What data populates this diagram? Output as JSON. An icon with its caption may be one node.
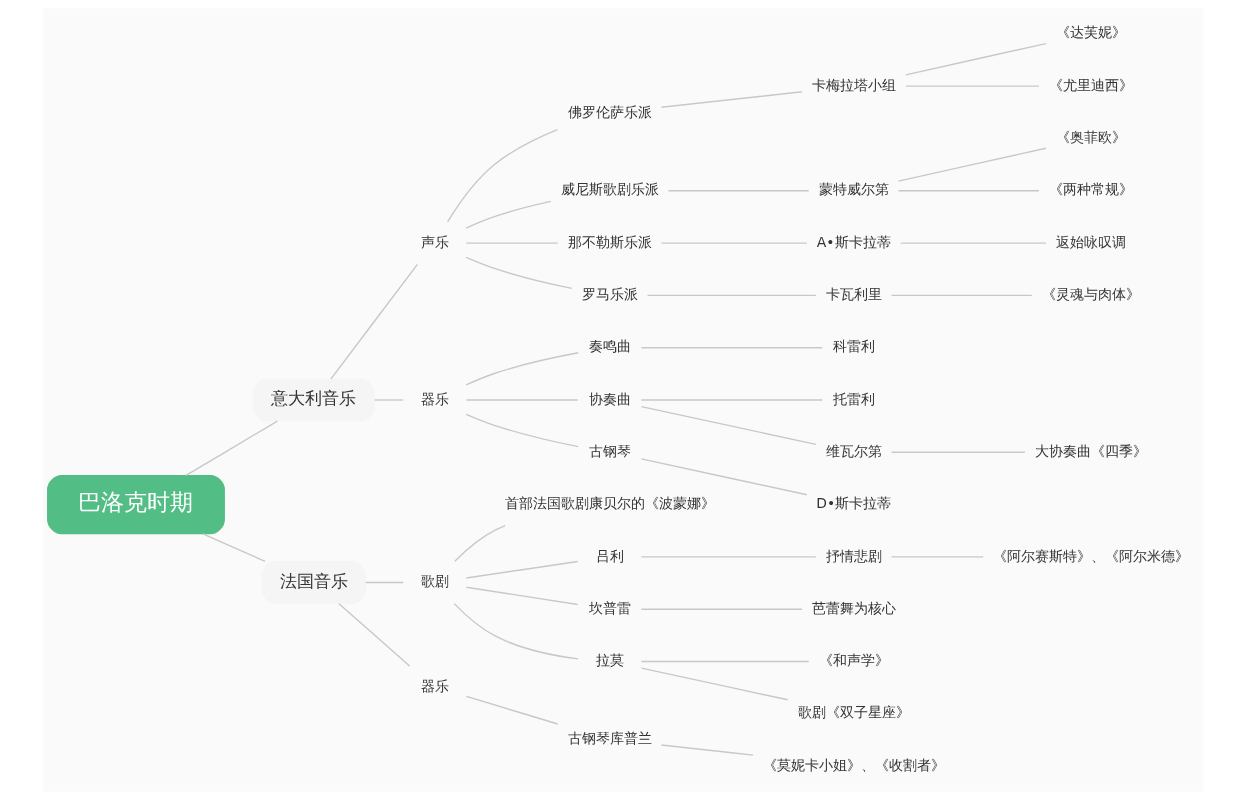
{
  "diagram": {
    "nodes": [
      {
        "text": [
          "巴洛克时期"
        ]
      },
      {
        "text": [
          "意大利音乐"
        ]
      },
      {
        "text": [
          "声乐"
        ]
      },
      {
        "text": [
          "佛罗伦萨乐派"
        ]
      },
      {
        "text": [
          "卡梅拉塔小组"
        ]
      },
      {
        "text": [
          "《达芙妮》"
        ]
      },
      {
        "text": [
          "《尤里迪西》"
        ]
      },
      {
        "text": [
          "威尼斯歌剧乐派"
        ]
      },
      {
        "text": [
          "蒙特威尔第"
        ]
      },
      {
        "text": [
          "《奥菲欧》"
        ]
      },
      {
        "text": [
          "《两种常规》"
        ]
      },
      {
        "text": [
          "那不勒斯乐派"
        ]
      },
      {
        "text": [
          "A•斯卡拉蒂"
        ]
      },
      {
        "text": [
          "返始咏叹调"
        ]
      },
      {
        "text": [
          "罗马乐派"
        ]
      },
      {
        "text": [
          "卡瓦利里"
        ]
      },
      {
        "text": [
          "《灵魂与肉体》"
        ]
      },
      {
        "text": [
          "器乐"
        ]
      },
      {
        "text": [
          "奏鸣曲"
        ]
      },
      {
        "text": [
          "科雷利"
        ]
      },
      {
        "text": [
          "协奏曲"
        ]
      },
      {
        "text": [
          "托雷利"
        ]
      },
      {
        "text": [
          "维瓦尔第"
        ]
      },
      {
        "text": [
          "大协奏曲《四季》"
        ]
      },
      {
        "text": [
          "古钢琴"
        ]
      },
      {
        "text": [
          "D•斯卡拉蒂"
        ]
      },
      {
        "text": [
          "法国音乐"
        ]
      },
      {
        "text": [
          "歌剧"
        ]
      },
      {
        "text": [
          "首部法国歌剧康贝尔的《波蒙娜》"
        ]
      },
      {
        "text": [
          "吕利"
        ]
      },
      {
        "text": [
          "抒情悲剧"
        ]
      },
      {
        "text": [
          "《阿尔赛斯特》、《阿尔米德》"
        ]
      },
      {
        "text": [
          "坎普雷"
        ]
      },
      {
        "text": [
          "芭蕾舞为核心"
        ]
      },
      {
        "text": [
          "拉莫"
        ]
      },
      {
        "text": [
          "《和声学》"
        ]
      },
      {
        "text": [
          "歌剧《双子星座》"
        ]
      },
      {
        "text": [
          "器乐"
        ]
      },
      {
        "text": [
          "古钢琴库普兰"
        ]
      },
      {
        "text": [
          "《莫妮卡小姐》、《收割者》"
        ]
      }
    ],
    "edges": [
      {
        "from": 0,
        "to": 1,
        "arrow": "none"
      },
      {
        "from": 1,
        "to": 2,
        "arrow": "none"
      },
      {
        "from": 2,
        "to": 3,
        "arrow": "none"
      },
      {
        "from": 3,
        "to": 4,
        "arrow": "none"
      },
      {
        "from": 4,
        "to": 5,
        "arrow": "none"
      },
      {
        "from": 4,
        "to": 6,
        "arrow": "none"
      },
      {
        "from": 2,
        "to": 7,
        "arrow": "none"
      },
      {
        "from": 7,
        "to": 8,
        "arrow": "none"
      },
      {
        "from": 8,
        "to": 9,
        "arrow": "none"
      },
      {
        "from": 8,
        "to": 10,
        "arrow": "none"
      },
      {
        "from": 2,
        "to": 11,
        "arrow": "none"
      },
      {
        "from": 11,
        "to": 12,
        "arrow": "none"
      },
      {
        "from": 12,
        "to": 13,
        "arrow": "none"
      },
      {
        "from": 2,
        "to": 14,
        "arrow": "none"
      },
      {
        "from": 14,
        "to": 15,
        "arrow": "none"
      },
      {
        "from": 15,
        "to": 16,
        "arrow": "none"
      },
      {
        "from": 1,
        "to": 17,
        "arrow": "none"
      },
      {
        "from": 17,
        "to": 18,
        "arrow": "none"
      },
      {
        "from": 18,
        "to": 19,
        "arrow": "none"
      },
      {
        "from": 17,
        "to": 20,
        "arrow": "none"
      },
      {
        "from": 20,
        "to": 21,
        "arrow": "none"
      },
      {
        "from": 20,
        "to": 22,
        "arrow": "none"
      },
      {
        "from": 22,
        "to": 23,
        "arrow": "none"
      },
      {
        "from": 17,
        "to": 24,
        "arrow": "none"
      },
      {
        "from": 24,
        "to": 25,
        "arrow": "none"
      },
      {
        "from": 0,
        "to": 26,
        "arrow": "none"
      },
      {
        "from": 26,
        "to": 27,
        "arrow": "none"
      },
      {
        "from": 27,
        "to": 28,
        "arrow": "none"
      },
      {
        "from": 27,
        "to": 29,
        "arrow": "none"
      },
      {
        "from": 29,
        "to": 30,
        "arrow": "none"
      },
      {
        "from": 30,
        "to": 31,
        "arrow": "none"
      },
      {
        "from": 27,
        "to": 32,
        "arrow": "none"
      },
      {
        "from": 32,
        "to": 33,
        "arrow": "none"
      },
      {
        "from": 27,
        "to": 34,
        "arrow": "none"
      },
      {
        "from": 34,
        "to": 35,
        "arrow": "none"
      },
      {
        "from": 34,
        "to": 36,
        "arrow": "none"
      },
      {
        "from": 26,
        "to": 37,
        "arrow": "none"
      },
      {
        "from": 37,
        "to": 38,
        "arrow": "none"
      },
      {
        "from": 38,
        "to": 39,
        "arrow": "none"
      }
    ]
  }
}
